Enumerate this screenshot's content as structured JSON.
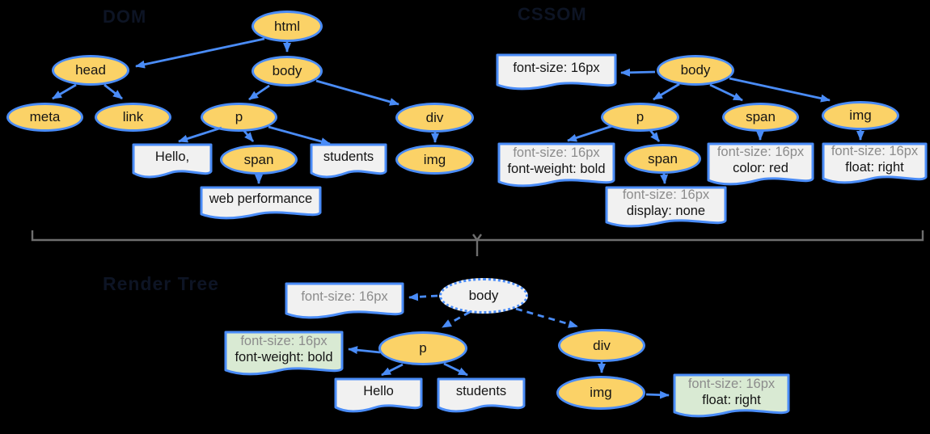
{
  "titles": {
    "dom": "DOM",
    "cssom": "CSSOM",
    "render": "Render Tree"
  },
  "dom": {
    "html": "html",
    "head": "head",
    "body": "body",
    "meta": "meta",
    "link": "link",
    "p": "p",
    "span": "span",
    "div": "div",
    "img": "img",
    "text_hello": "Hello,",
    "text_students": "students",
    "text_webperf": "web performance"
  },
  "cssom": {
    "body": "body",
    "p": "p",
    "span_p_child": "span",
    "span": "span",
    "img": "img",
    "box_body": "font-size: 16px",
    "box_p": [
      "font-size: 16px",
      "font-weight: bold"
    ],
    "box_span_p_child": [
      "font-size: 16px",
      "display: none"
    ],
    "box_span": [
      "font-size: 16px",
      "color: red"
    ],
    "box_img": [
      "font-size: 16px",
      "float: right"
    ]
  },
  "render": {
    "body": "body",
    "p": "p",
    "div": "div",
    "img": "img",
    "text_hello": "Hello",
    "text_students": "students",
    "box_body": "font-size: 16px",
    "box_p": [
      "font-size: 16px",
      "font-weight: bold"
    ],
    "box_img": [
      "font-size: 16px",
      "float: right"
    ]
  },
  "colors": {
    "node_fill": "#FBD267",
    "stroke_blue": "#4A8CF7",
    "box_fill": "#F1F1F1",
    "green_fill": "#D9EAD3",
    "gray_text": "#8C8C8C",
    "bracket_gray": "#6E6E6E",
    "background": "#000000"
  }
}
